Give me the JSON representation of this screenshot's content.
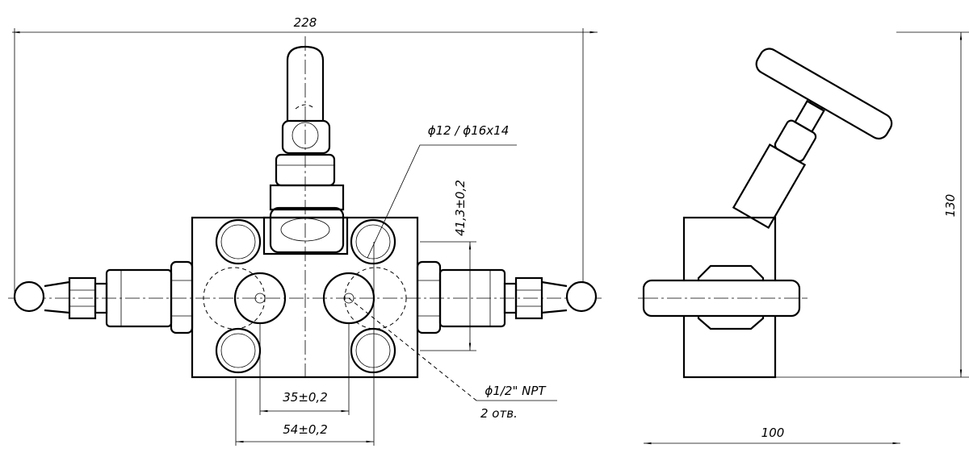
{
  "drawing": {
    "dimensions": {
      "overall_width": "228",
      "overall_height": "130",
      "side_depth": "100",
      "hole_spacing_small": "35±0,2",
      "hole_spacing_large": "54±0,2",
      "vertical_offset": "41,3±0,2"
    },
    "callouts": {
      "pipe_connection": "ϕ12 / ϕ16x14",
      "thread": "ϕ1/2\" NPT",
      "thread_count": "2 отв."
    }
  }
}
